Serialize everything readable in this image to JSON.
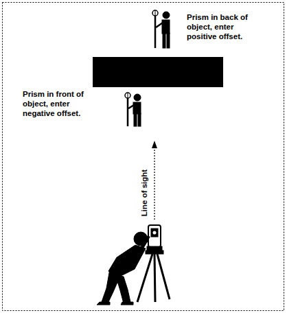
{
  "diagram": {
    "labels": [
      "Prism in back of object, enter positive offset.",
      "Prism in front of object, enter negative offset.",
      "Line of sight"
    ]
  }
}
